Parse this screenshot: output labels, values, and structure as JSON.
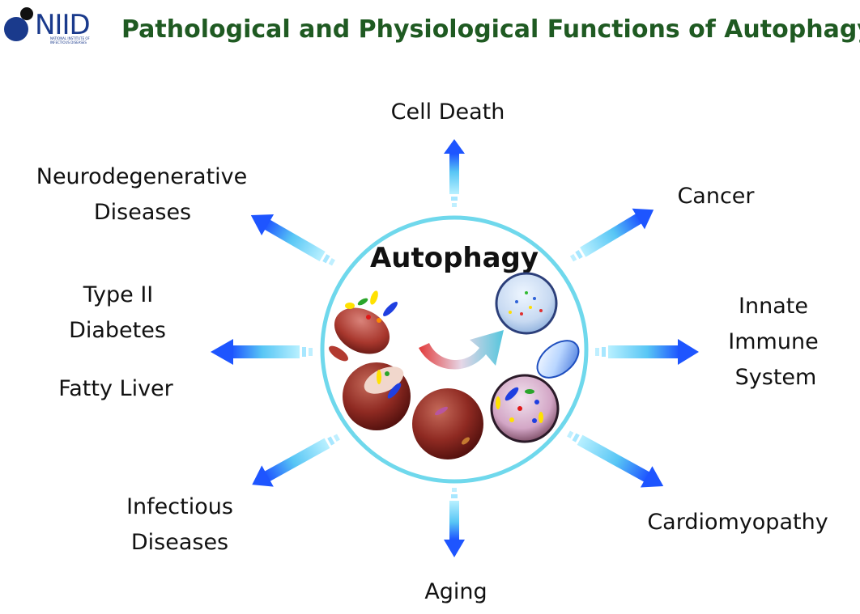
{
  "header": {
    "logo_text": "NIID",
    "logo_subtext_1": "NATIONAL INSTITUTE OF",
    "logo_subtext_2": "INFECTIOUS DISEASES",
    "title": "Pathological and Physiological Functions of Autophagy"
  },
  "center": {
    "label": "Autophagy"
  },
  "functions": {
    "top": "Cell Death",
    "top_right": "Cancer",
    "right_1": "Innate",
    "right_2": "Immune",
    "right_3": "System",
    "bottom_right": "Cardiomyopathy",
    "bottom": "Aging",
    "bottom_left_1": "Infectious",
    "bottom_left_2": "Diseases",
    "left_1": "Type II",
    "left_2": "Diabetes",
    "left_3": "Fatty Liver",
    "top_left_1": "Neurodegenerative",
    "top_left_2": "Diseases"
  },
  "colors": {
    "title": "#1f5a22",
    "logo": "#1a3a8c",
    "circle": "#6fd8ec",
    "arrow_head": "#1e63ff",
    "arrow_tail": "#9fe6ff"
  }
}
